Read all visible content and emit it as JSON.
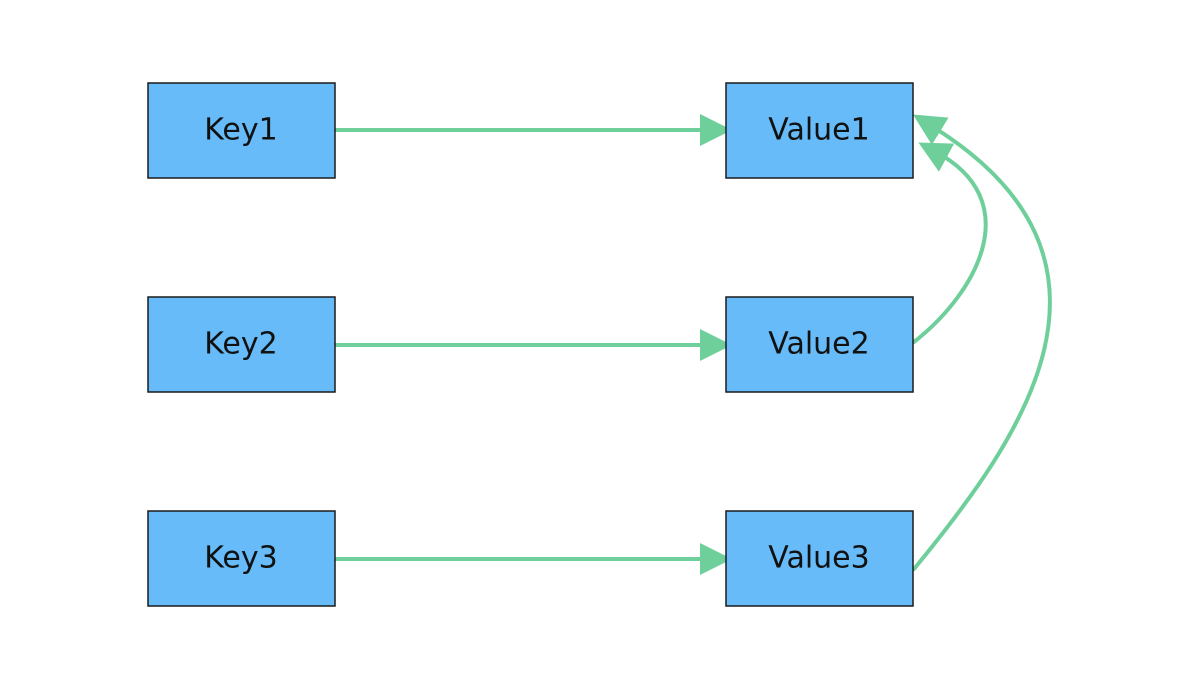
{
  "diagram": {
    "colors": {
      "node_fill": "#66bbf8",
      "node_border": "#1a1a1a",
      "arrow": "#6fcf9b",
      "background": "#ffffff"
    },
    "keys": [
      {
        "label": "Key1"
      },
      {
        "label": "Key2"
      },
      {
        "label": "Key3"
      }
    ],
    "values": [
      {
        "label": "Value1"
      },
      {
        "label": "Value2"
      },
      {
        "label": "Value3"
      }
    ],
    "edges": [
      {
        "from": "Key1",
        "to": "Value1"
      },
      {
        "from": "Key2",
        "to": "Value2"
      },
      {
        "from": "Key3",
        "to": "Value3"
      },
      {
        "from": "Value2",
        "to": "Value1"
      },
      {
        "from": "Value3",
        "to": "Value1"
      }
    ]
  }
}
